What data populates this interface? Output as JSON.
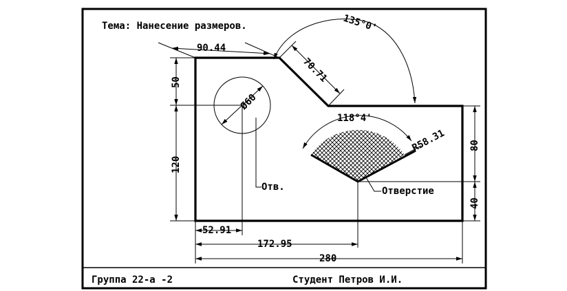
{
  "title_text": "Тема: Нанесение размеров.",
  "footer": {
    "group": "Группа 22-а -2",
    "student": "Студент Петров И.И."
  },
  "dimensions": {
    "top_offset": "90.44",
    "chamfer_len": "70.71",
    "angle_top": "135°0'",
    "hole_dia": "Ø60",
    "left_top": "50",
    "left_main": "120",
    "hole_x": "52.91",
    "sector_x": "172.95",
    "overall_width": "280",
    "sector_angle": "118°4'",
    "sector_radius": "R58.31",
    "right_upper": "80",
    "right_lower": "40"
  },
  "leaders": {
    "hole": "Отв.",
    "sector": "Отверстие"
  },
  "colors": {
    "line": "#000000",
    "background": "#ffffff"
  }
}
